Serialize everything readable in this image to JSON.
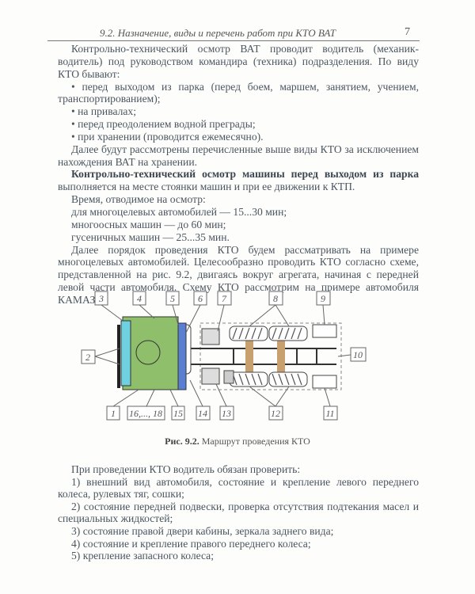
{
  "header": {
    "title": "9.2. Назначение, виды и перечень работ при КТО ВАТ",
    "page_number": "7"
  },
  "intro": {
    "p1": "Контрольно-технический осмотр ВАТ проводит водитель (механик-водитель) под руководством командира (техника) подразделения. По виду КТО бывают:",
    "bullets": [
      "• перед выходом из парка (перед боем, маршем, занятием, учением, транспортированием);",
      "• на привалах;",
      "• перед преодолением водной преграды;",
      "• при хранении (проводится ежемесячно)."
    ],
    "p2": "Далее будут рассмотрены перечисленные выше виды КТО за исключением нахождения ВАТ на хранении.",
    "p3_bold": "Контрольно-технический осмотр машины перед выходом из парка",
    "p3_rest": " выполняется на месте стоянки машин и при ее движении к КТП.",
    "time_title": "Время, отводимое на осмотр:",
    "times": [
      "для многоцелевых автомобилей — 15...30 мин;",
      "многоосных машин — до 60 мин;",
      "гусеничных машин — 25...35 мин."
    ],
    "p4": "Далее порядок проведения КТО будем рассматривать на примере многоцелевых автомобилей. Целесообразно проводить КТО согласно схеме, представленной на рис. 9.2, двигаясь вокруг агрегата, начиная с передней левой части автомобиля. Схему КТО рассмотрим на примере автомобиля КАМАЗ."
  },
  "figure": {
    "labels": [
      "1",
      "2",
      "3",
      "4",
      "5",
      "6",
      "7",
      "8",
      "9",
      "10",
      "11",
      "12",
      "13",
      "14",
      "15",
      "16,..., 18"
    ],
    "caption_bold": "Рис. 9.2.",
    "caption_text": " Маршрут проведения КТО",
    "colors": {
      "cab": "#8fbf6a",
      "windshield": "#6fd0e0",
      "engine": "#5a7fd0",
      "axle": "#d0703a"
    }
  },
  "checklist": {
    "title": "При проведении КТО водитель обязан проверить:",
    "items": [
      "1) внешний вид автомобиля, состояние и крепление левого переднего колеса, рулевых тяг, сошки;",
      "2) состояние передней подвески, проверка отсутствия подтекания масел и специальных жидкостей;",
      "3) состояние правой двери кабины, зеркала заднего вида;",
      "4) состояние и крепление правого переднего колеса;",
      "5) крепление запасного колеса;"
    ]
  }
}
